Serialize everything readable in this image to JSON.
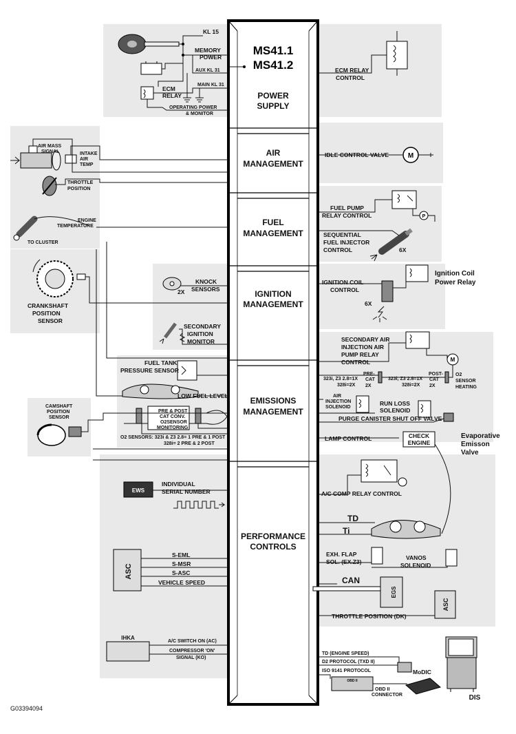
{
  "ecm": {
    "title_line1": "MS41.1",
    "title_line2": "MS41.2",
    "sections": [
      {
        "line1": "POWER",
        "line2": "SUPPLY"
      },
      {
        "line1": "AIR",
        "line2": "MANAGEMENT"
      },
      {
        "line1": "FUEL",
        "line2": "MANAGEMENT"
      },
      {
        "line1": "IGNITION",
        "line2": "MANAGEMENT"
      },
      {
        "line1": "EMISSIONS",
        "line2": "MANAGEMENT"
      },
      {
        "line1": "PERFORMANCE",
        "line2": "CONTROLS"
      }
    ]
  },
  "power": {
    "kl15": "KL 15",
    "memory_power": [
      "MEMORY",
      "POWER"
    ],
    "aux_kl31": "AUX KL 31",
    "main_kl31": "MAIN KL 31",
    "ecm_relay": [
      "ECM",
      "RELAY"
    ],
    "operating_power": [
      "OPERATING POWER",
      "& MONITOR"
    ],
    "ecm_relay_control": [
      "ECM RELAY",
      "CONTROL"
    ]
  },
  "air": {
    "air_mass_signal": [
      "AIR MASS",
      "SIGNAL"
    ],
    "intake_air_temp": [
      "INTAKE",
      "AIR",
      "TEMP"
    ],
    "throttle_position": [
      "THROTTLE",
      "POSITION"
    ],
    "idle_control_valve": "IDLE CONTROL VALVE"
  },
  "fuel": {
    "engine_temperature": [
      "ENGINE",
      "TEMPERATURE"
    ],
    "to_cluster": "TO CLUSTER",
    "fuel_pump_relay": [
      "FUEL PUMP",
      "RELAY CONTROL"
    ],
    "injector": [
      "SEQUENTIAL",
      "FUEL INJECTOR",
      "CONTROL"
    ],
    "injector_count": "6X"
  },
  "ignition": {
    "crankshaft": [
      "CRANKSHAFT",
      "POSITION",
      "SENSOR"
    ],
    "knock": [
      "KNOCK",
      "SENSORS"
    ],
    "knock_count": "2X",
    "secondary_monitor": [
      "SECONDARY",
      "IGNITION",
      "MONITOR"
    ],
    "ignition_coil_control": [
      "IGNITION COIL",
      "CONTROL"
    ],
    "coil_count": "6X",
    "coil_power_relay": [
      "Ignition Coil",
      "Power Relay"
    ]
  },
  "emissions": {
    "fuel_tank_sensor": [
      "FUEL TANK",
      "PRESSURE SENSOR"
    ],
    "low_fuel_level": "LOW FUEL LEVEL",
    "camshaft": [
      "CAMSHAFT",
      "POSITION",
      "SENSOR"
    ],
    "cat_monitoring": [
      "PRE & POST",
      "CAT CONV.",
      "O2SENSOR",
      "MONITORING"
    ],
    "o2_sensors": [
      "O2 SENSORS:  323i & Z3 2.8= 1 PRE & 1 POST",
      "328i= 2 PRE & 2 POST"
    ],
    "secondary_air_relay": [
      "SECONDARY AIR",
      "INJECTION AIR",
      "PUMP RELAY",
      "CONTROL"
    ],
    "pre_cat_models": [
      "323i, Z3 2.8=1X",
      "328i=2X"
    ],
    "pre_cat": [
      "PRE-",
      "CAT",
      "2X"
    ],
    "post_cat_models": [
      "323i, Z3 2.8=1X",
      "328i=2X"
    ],
    "post_cat": [
      "POST-",
      "CAT",
      "2X"
    ],
    "o2_heating": [
      "O2",
      "SENSOR",
      "HEATING"
    ],
    "air_injection_solenoid": [
      "AIR",
      "INJECTION",
      "SOLENOID"
    ],
    "run_loss_solenoid": [
      "RUN LOSS",
      "SOLENOID"
    ],
    "purge_valve": "PURGE CANISTER SHUT OFF VALVE",
    "evap_valve": [
      "Evaporative",
      "Emisson",
      "Valve"
    ]
  },
  "performance": {
    "lamp_control": "LAMP CONTROL",
    "check_engine": [
      "CHECK",
      "ENGINE"
    ],
    "serial_number": [
      "INDIVIDUAL",
      "SERIAL NUMBER"
    ],
    "ews": "EWS",
    "ac_comp_relay": "A/C COMP RELAY CONTROL",
    "td": "TD",
    "ti": "Ti",
    "asc_label": "ASC",
    "s_eml": "S-EML",
    "s_msr": "S-MSR",
    "s_asc": "S-ASC",
    "vehicle_speed": "VEHICLE SPEED",
    "exh_flap": [
      "EXH. FLAP",
      "SOL. (EX.Z3)"
    ],
    "vanos": [
      "VANOS",
      "SOLENOID"
    ],
    "can": "CAN",
    "egs": "EGS",
    "throttle_dk": "THROTTLE POSITION (DK)",
    "ihka": "IHKA",
    "ac_switch": "A/C SWITCH ON (AC)",
    "compressor_on": [
      "COMPRESSOR 'ON'",
      "SIGNAL (KO)"
    ],
    "td_engine_speed": "TD (ENGINE SPEED)",
    "d2_protocol": "D2 PROTOCOL (TXD II)",
    "iso9141": "ISO 9141 PROTOCOL",
    "obd_connector": [
      "OBD II",
      "CONNECTOR"
    ],
    "obd_label": "OBD II",
    "modic": "MoDIC",
    "dis": "DIS"
  },
  "figure_id": "G03394094"
}
